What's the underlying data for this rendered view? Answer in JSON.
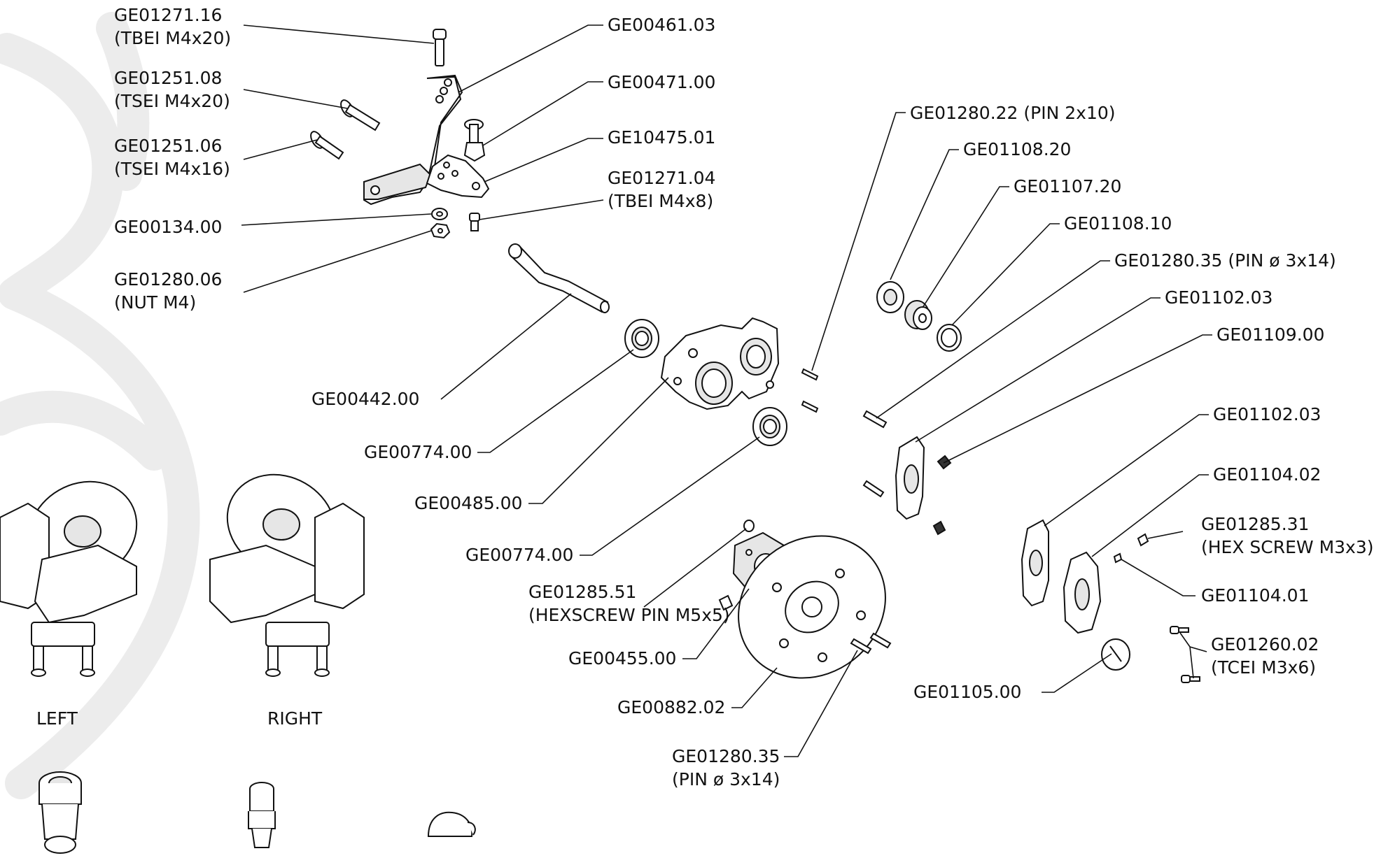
{
  "labels": {
    "ge01271_16": [
      "GE01271.16",
      "(TBEI M4x20)"
    ],
    "ge01251_08": [
      "GE01251.08",
      "(TSEI M4x20)"
    ],
    "ge01251_06": [
      "GE01251.06",
      "(TSEI M4x16)"
    ],
    "ge00134_00": [
      "GE00134.00"
    ],
    "ge01280_06": [
      "GE01280.06",
      "(NUT M4)"
    ],
    "ge00461_03": [
      "GE00461.03"
    ],
    "ge00471_00": [
      "GE00471.00"
    ],
    "ge10475_01": [
      "GE10475.01"
    ],
    "ge01271_04": [
      "GE01271.04",
      "(TBEI M4x8)"
    ],
    "ge00442_00": [
      "GE00442.00"
    ],
    "ge00774_00_a": [
      "GE00774.00"
    ],
    "ge00485_00": [
      "GE00485.00"
    ],
    "ge00774_00_b": [
      "GE00774.00"
    ],
    "ge01285_51": [
      "GE01285.51",
      "(HEXSCREW PIN M5x5)"
    ],
    "ge00455_00": [
      "GE00455.00"
    ],
    "ge00882_02": [
      "GE00882.02"
    ],
    "ge01280_35_b": [
      "GE01280.35",
      "(PIN ø 3x14)"
    ],
    "ge01280_22": [
      "GE01280.22 (PIN 2x10)"
    ],
    "ge01108_20": [
      "GE01108.20"
    ],
    "ge01107_20": [
      "GE01107.20"
    ],
    "ge01108_10": [
      "GE01108.10"
    ],
    "ge01280_35_a": [
      "GE01280.35 (PIN ø 3x14)"
    ],
    "ge01102_03_a": [
      "GE01102.03"
    ],
    "ge01109_00": [
      "GE01109.00"
    ],
    "ge01102_03_b": [
      "GE01102.03"
    ],
    "ge01104_02": [
      "GE01104.02"
    ],
    "ge01285_31": [
      "GE01285.31",
      "(HEX SCREW M3x3)"
    ],
    "ge01104_01": [
      "GE01104.01"
    ],
    "ge01260_02": [
      "GE01260.02",
      "(TCEI M3x6)"
    ],
    "ge01105_00": [
      "GE01105.00"
    ]
  },
  "views": {
    "left": "LEFT",
    "right": "RIGHT"
  }
}
